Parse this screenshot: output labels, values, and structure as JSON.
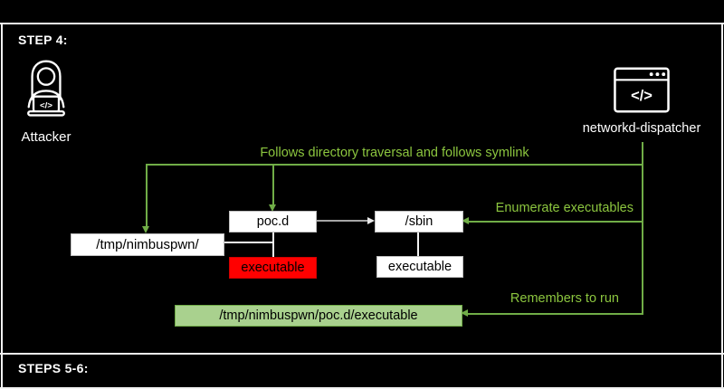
{
  "header": {
    "step_label": "STEP 4:"
  },
  "footer": {
    "steps_label": "STEPS 5-6:"
  },
  "actors": {
    "attacker": {
      "label": "Attacker",
      "icon": "person-laptop-icon"
    },
    "dispatcher": {
      "label": "networkd-dispatcher",
      "icon": "terminal-window-icon"
    }
  },
  "icons": {
    "code_glyph": "</>"
  },
  "annotations": {
    "traversal": "Follows directory traversal and follows symlink",
    "enumerate": "Enumerate executables",
    "remember": "Remembers to run"
  },
  "nodes": {
    "tmp_dir": "/tmp/nimbuspwn/",
    "poc_dir": "poc.d",
    "sbin_dir": "/sbin",
    "malicious_executable": "executable",
    "legit_executable": "executable",
    "full_path": "/tmp/nimbuspwn/poc.d/executable"
  },
  "colors": {
    "background": "#000000",
    "divider": "#F2F2F2",
    "green_text": "#8CC63F",
    "green_line": "#70AD47",
    "green_box_fill": "#A9D18E",
    "red_box_fill": "#FF0000",
    "white_box_fill": "#FFFFFF",
    "gray_arrow": "#A6A6A6"
  }
}
